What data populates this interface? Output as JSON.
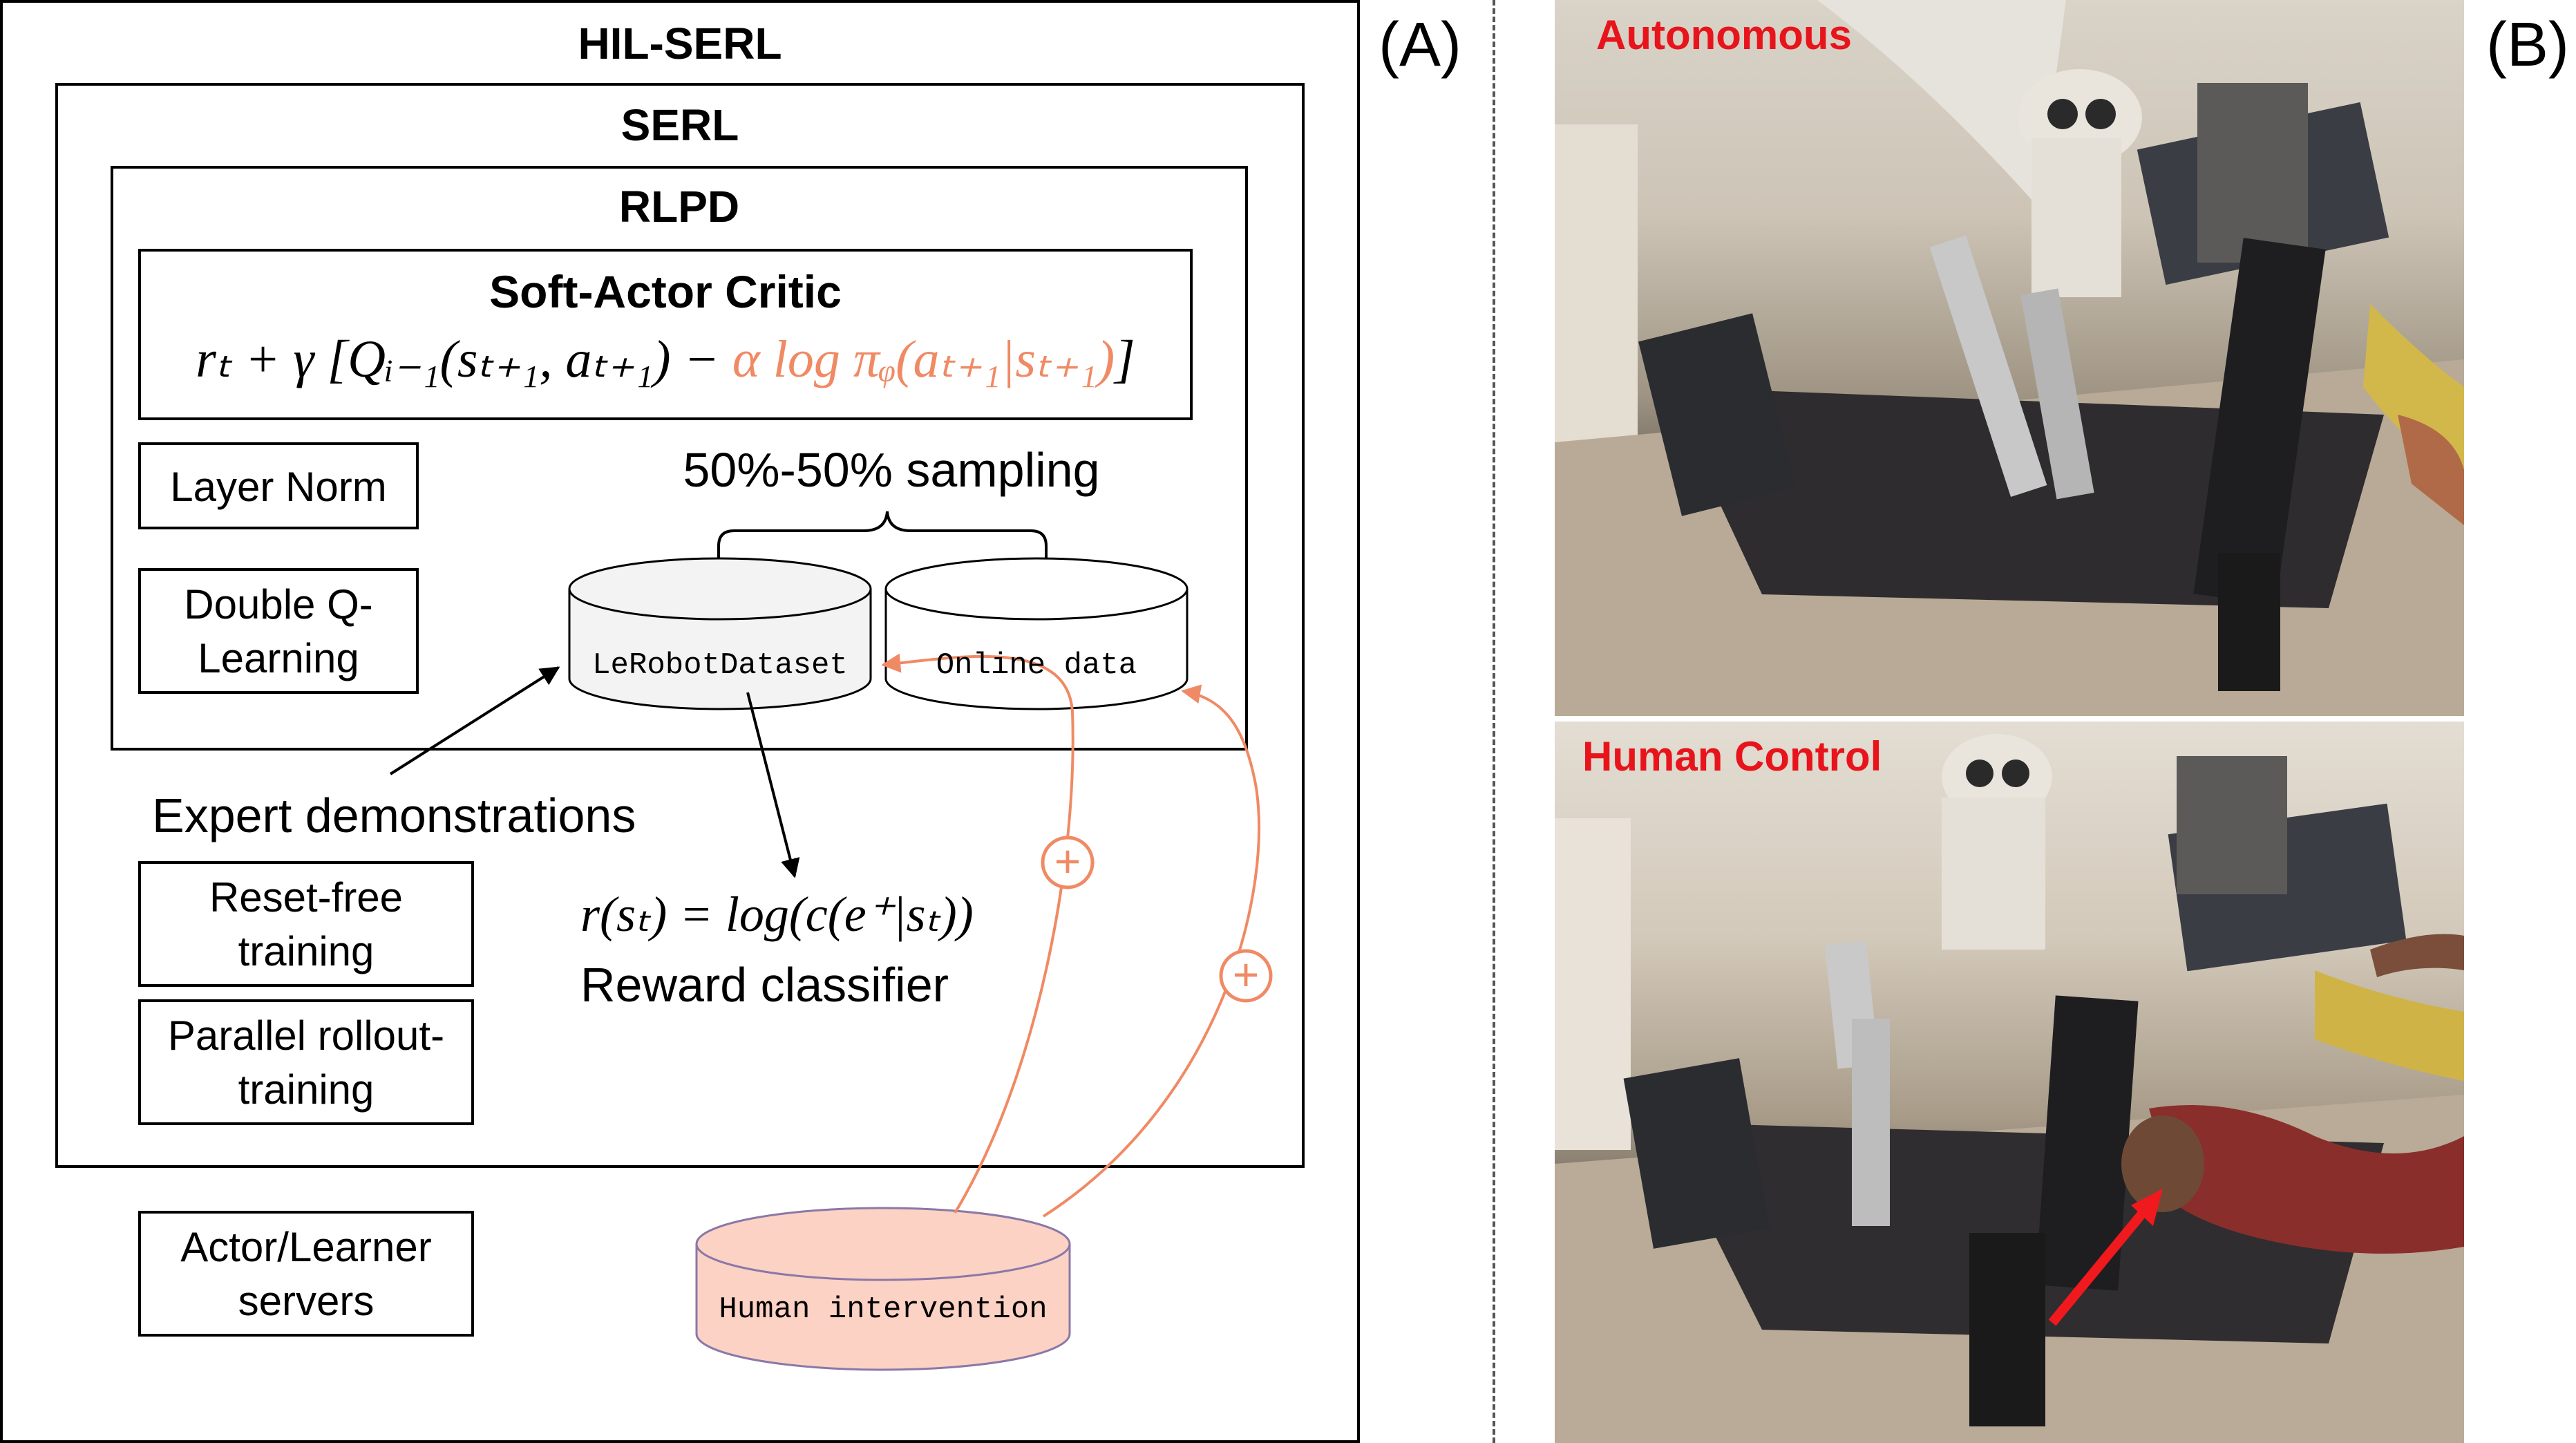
{
  "panel_a": {
    "label": "(A)",
    "hilserl": "HIL-SERL",
    "serl": "SERL",
    "rlpd": "RLPD",
    "sac": {
      "title": "Soft-Actor Critic",
      "eq_main": "rₜ + γ [Qᵢ₋₁(sₜ₊₁, aₜ₊₁) − ",
      "eq_entropy": "α log πᵩ(aₜ₊₁|sₜ₊₁)",
      "eq_close": "]"
    },
    "layer_norm": "Layer Norm",
    "double_q": "Double Q-Learning",
    "sampling": "50%-50% sampling",
    "dataset_label": "LeRobotDataset",
    "online_label": "Online data",
    "expert": "Expert demonstrations",
    "reset_free": "Reset-free training",
    "parallel": "Parallel rollout-training",
    "reward_eq": "r(sₜ) = log(c(e⁺|sₜ))",
    "reward_label": "Reward classifier",
    "actor": "Actor/Learner servers",
    "human_label": "Human intervention",
    "plus": "+",
    "colors": {
      "accent": "#f08a64",
      "human_fill": "#fcd2c4",
      "dataset_fill": "#f3f3f3"
    }
  },
  "panel_b": {
    "label": "(B)",
    "top_tag": "Autonomous",
    "bottom_tag": "Human Control",
    "tag_color": "#e8141c"
  }
}
